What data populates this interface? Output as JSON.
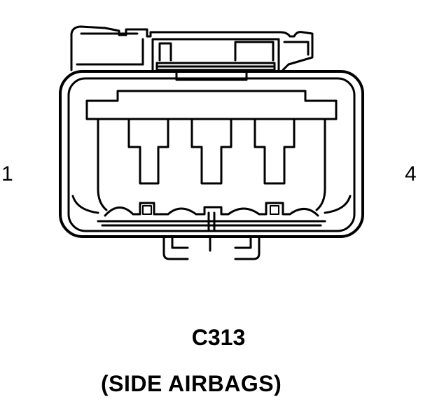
{
  "connector": {
    "pin_left_label": "1",
    "pin_right_label": "4",
    "id": "C313",
    "description": "(SIDE AIRBAGS)"
  },
  "colors": {
    "line": "#000000",
    "background": "#ffffff"
  }
}
